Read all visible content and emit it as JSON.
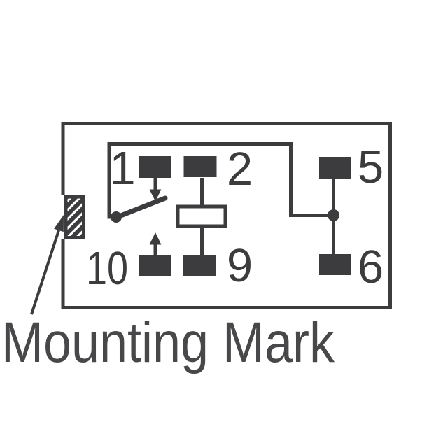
{
  "figure": {
    "type": "relay-pinout-schematic",
    "caption": "Mounting Mark",
    "pins": [
      {
        "label": "1"
      },
      {
        "label": "2"
      },
      {
        "label": "5"
      },
      {
        "label": "6"
      },
      {
        "label": "9"
      },
      {
        "label": "10"
      }
    ],
    "icons": {
      "mounting_mark": "hatched-rectangle",
      "coil": "open-rectangle",
      "switch_blade": "angled-line-with-pivot-dot",
      "junction": "filled-dot",
      "arrows": [
        "arrow-down-icon",
        "arrow-up-icon",
        "callout-arrow-icon"
      ]
    }
  },
  "colors": {
    "ink": "#3c3c3e",
    "caption-ink": "#48484a",
    "paper": "#ffffff"
  }
}
